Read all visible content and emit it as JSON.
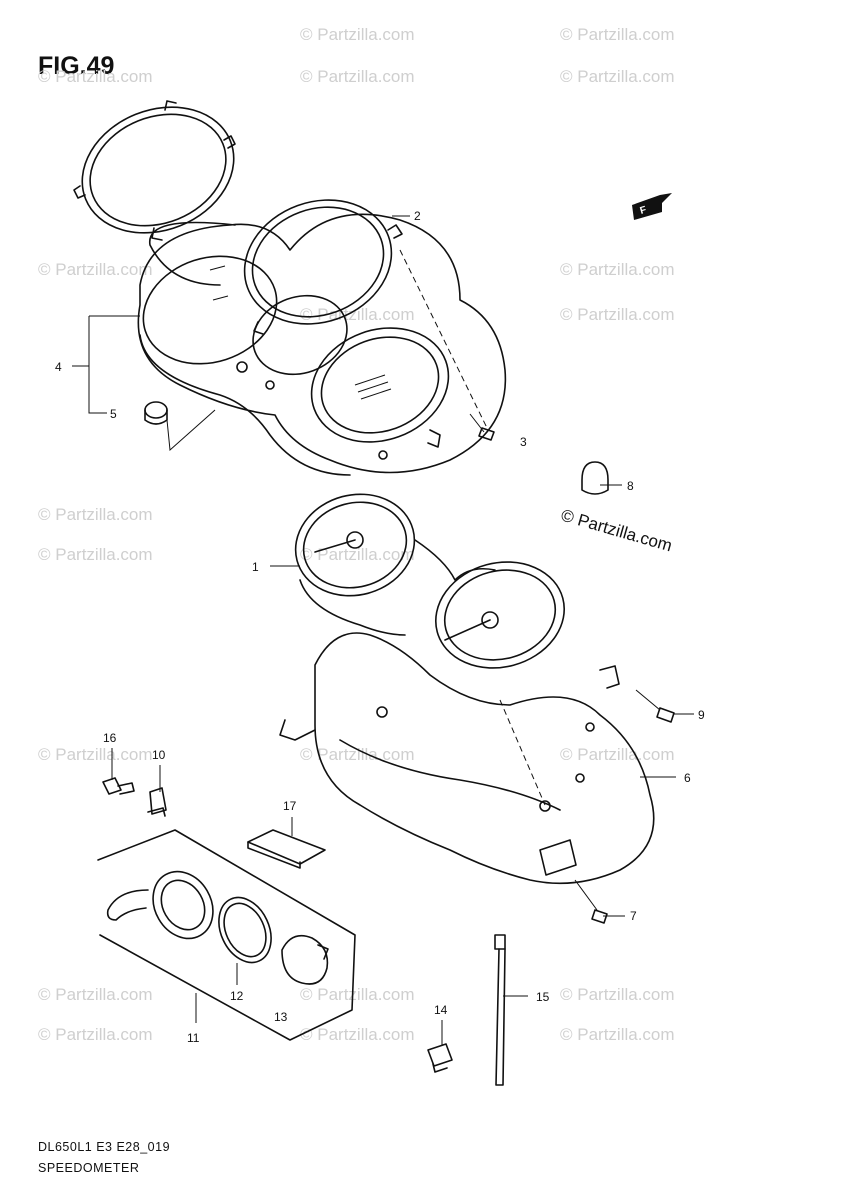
{
  "figure": {
    "title": "FIG.49"
  },
  "watermark": {
    "text": "© Partzilla.com"
  },
  "footer": {
    "model_code": "DL650L1 E3 E28_019",
    "section_name": "SPEEDOMETER"
  },
  "direction_marker": {
    "label": "F"
  },
  "callouts": [
    {
      "id": "c1",
      "label": "1"
    },
    {
      "id": "c2",
      "label": "2"
    },
    {
      "id": "c3",
      "label": "3"
    },
    {
      "id": "c4",
      "label": "4"
    },
    {
      "id": "c5",
      "label": "5"
    },
    {
      "id": "c6",
      "label": "6"
    },
    {
      "id": "c7",
      "label": "7"
    },
    {
      "id": "c8",
      "label": "8"
    },
    {
      "id": "c9",
      "label": "9"
    },
    {
      "id": "c10",
      "label": "10"
    },
    {
      "id": "c11",
      "label": "11"
    },
    {
      "id": "c12",
      "label": "12"
    },
    {
      "id": "c13",
      "label": "13"
    },
    {
      "id": "c14",
      "label": "14"
    },
    {
      "id": "c15",
      "label": "15"
    },
    {
      "id": "c16",
      "label": "16"
    },
    {
      "id": "c17",
      "label": "17"
    }
  ]
}
